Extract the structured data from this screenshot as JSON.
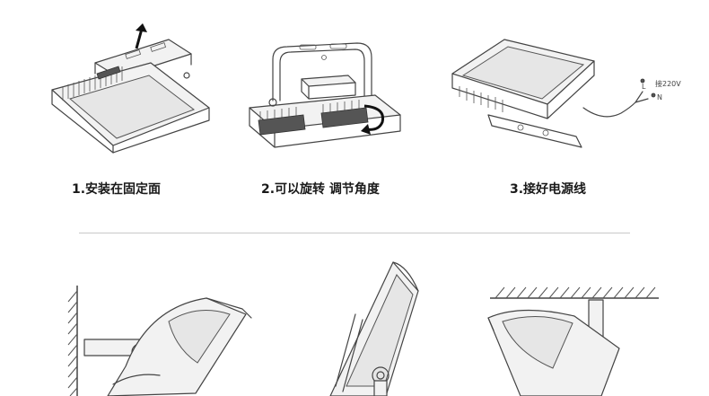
{
  "steps": [
    {
      "label": "1.安装在固定面",
      "icon": "mount-on-surface"
    },
    {
      "label": "2.可以旋转 调节角度",
      "icon": "rotate-adjust-angle"
    },
    {
      "label": "3.接好电源线",
      "icon": "connect-power-cable"
    }
  ],
  "wiring": {
    "voltage_label": "接220V",
    "terminal_l": "L",
    "terminal_n": "N"
  },
  "mounting_examples": [
    {
      "icon": "wall-mount-illustration"
    },
    {
      "icon": "floor-mount-illustration"
    },
    {
      "icon": "ceiling-mount-illustration"
    }
  ],
  "colors": {
    "line": "#444444",
    "text": "#1a1a1a",
    "divider": "#c8c8c8"
  }
}
